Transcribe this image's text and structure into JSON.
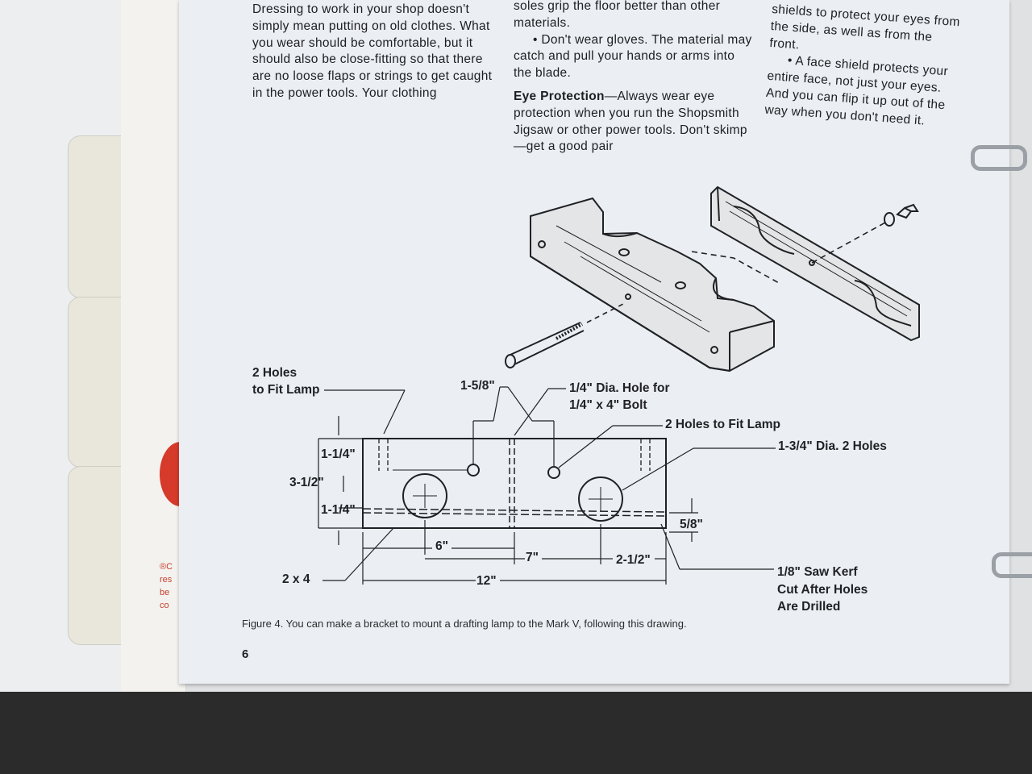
{
  "columns": {
    "col1": {
      "text": "Dressing to work in your shop doesn't simply mean putting on old clothes. What you wear should be comfortable, but it should also be close-fitting so that there are no loose flaps or strings to get caught in the power tools. Your clothing"
    },
    "col2": {
      "text_a": "soles grip the floor better than other materials.",
      "text_b": "• Don't wear gloves. The material may catch and pull your hands or arms into the blade.",
      "heading": "Eye Protection",
      "text_c": "—Always wear eye protection when you run the Shopsmith Jigsaw or other power tools. Don't skimp—get a good pair"
    },
    "col3": {
      "text_a": "shields to protect your eyes from the side, as well as from the front.",
      "text_b": "• A face shield protects your entire face, not just your eyes. And you can flip it up out of the way when you don't need it."
    }
  },
  "labels": {
    "holes_to_fit_lamp_left": "2 Holes\nto Fit Lamp",
    "one_five_eighths": "1-5/8\"",
    "bolt_hole": "1/4\" Dia. Hole for\n1/4\" x 4\" Bolt",
    "holes_to_fit_lamp_right": "2 Holes to Fit Lamp",
    "big_holes": "1-3/4\" Dia. 2 Holes",
    "one_quarter_top": "1-1/4\"",
    "three_half": "3-1/2\"",
    "one_quarter_bottom": "1-1/4\"",
    "five_eighths": "5/8\"",
    "six": "6\"",
    "seven": "7\"",
    "two_half": "2-1/2\"",
    "two_by_four": "2 x 4",
    "twelve": "12\"",
    "saw_kerf": "1/8\" Saw Kerf\nCut After Holes\nAre Drilled"
  },
  "caption": "Figure 4. You can make a bracket to mount a drafting lamp to the Mark V, following this drawing.",
  "page_number": "6",
  "colors": {
    "page": "#ebeef2",
    "ink": "#1d1f22",
    "logo_red": "#d53a2b",
    "floor": "#2b2b2b"
  }
}
